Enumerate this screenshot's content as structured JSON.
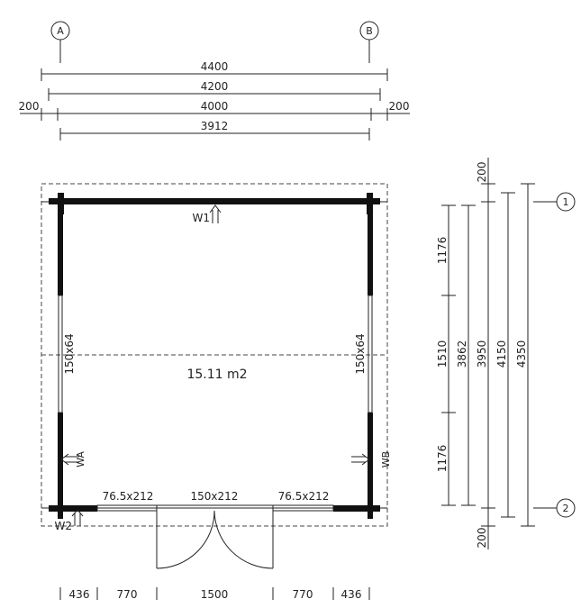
{
  "grid_axes": {
    "columns": [
      "A",
      "B"
    ],
    "rows": [
      "1",
      "2"
    ]
  },
  "dimensions": {
    "horizontal": {
      "overall": "4400",
      "outer": "4200",
      "inner": "4000",
      "clear": "3912",
      "overhang_left": "200",
      "overhang_right": "200"
    },
    "vertical": {
      "overhang_top": "200",
      "overhang_bottom": "200",
      "segment_top": "1176",
      "segment_middle": "1510",
      "segment_bottom": "1176",
      "clear": "3862",
      "inner": "3950",
      "outer": "4150",
      "overall": "4350"
    },
    "bottom_chain": [
      "436",
      "770",
      "1500",
      "770",
      "436"
    ]
  },
  "room": {
    "area": "15.11 m2"
  },
  "openings": {
    "window_left": "150x64",
    "window_right": "150x64",
    "window_bottom_left": "76.5x212",
    "door": "150x212",
    "window_bottom_right": "76.5x212"
  },
  "wall_tags": {
    "top": "W1",
    "left": "WA",
    "right": "WB",
    "bottom": "W2"
  },
  "colors": {
    "line": "#222222",
    "wall": "#111111",
    "dashed": "#444444"
  }
}
